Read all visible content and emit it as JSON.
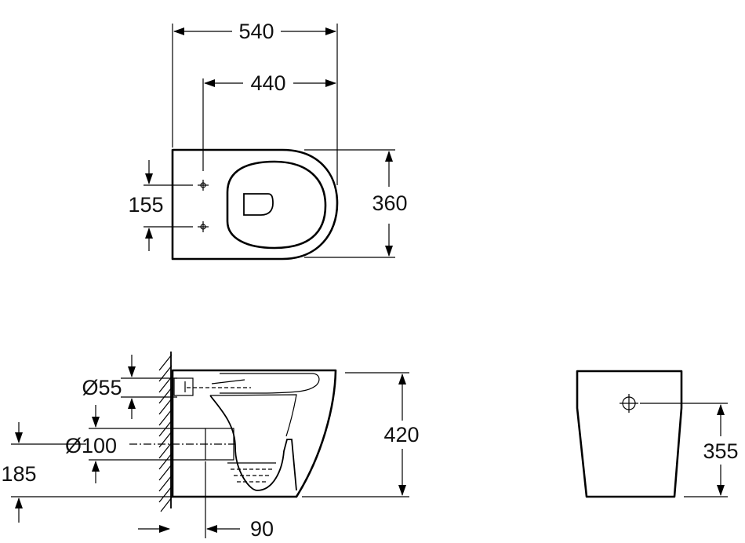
{
  "dimensions": {
    "top_overall_length": "540",
    "top_fixing_to_front": "440",
    "top_fixing_spacing": "155",
    "top_width": "360",
    "side_inlet_diameter": "Ø55",
    "side_outlet_diameter": "Ø100",
    "side_outlet_height": "185",
    "side_height": "420",
    "side_wall_offset": "90",
    "rear_inlet_height": "355"
  },
  "colors": {
    "ink": "#000000",
    "background": "#ffffff"
  }
}
